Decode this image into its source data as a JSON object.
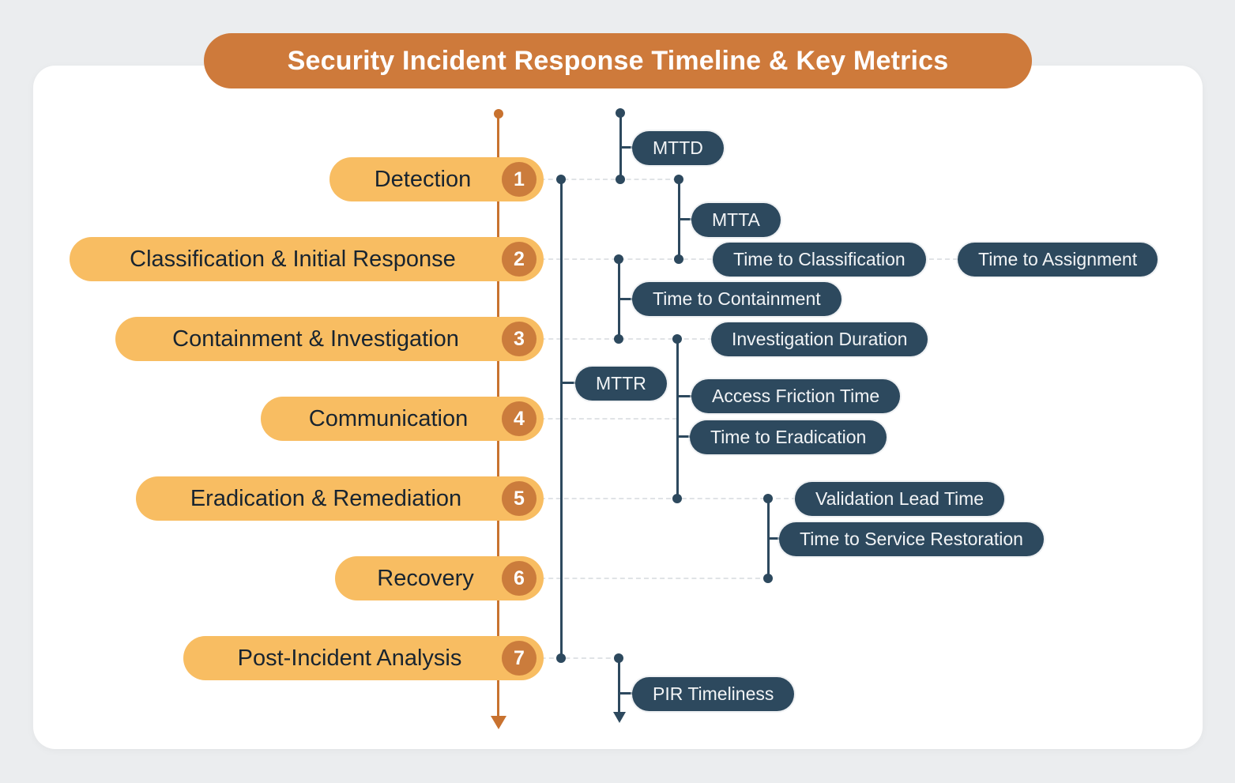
{
  "title": "Security Incident Response Timeline & Key Metrics",
  "stages": [
    {
      "number": "1",
      "label": "Detection"
    },
    {
      "number": "2",
      "label": "Classification & Initial Response"
    },
    {
      "number": "3",
      "label": "Containment & Investigation"
    },
    {
      "number": "4",
      "label": "Communication"
    },
    {
      "number": "5",
      "label": "Eradication & Remediation"
    },
    {
      "number": "6",
      "label": "Recovery"
    },
    {
      "number": "7",
      "label": "Post-Incident Analysis"
    }
  ],
  "metrics": [
    {
      "label": "MTTD"
    },
    {
      "label": "MTTA"
    },
    {
      "label": "Time to Classification"
    },
    {
      "label": "Time to Assignment"
    },
    {
      "label": "Time to Containment"
    },
    {
      "label": "Investigation Duration"
    },
    {
      "label": "MTTR"
    },
    {
      "label": "Access Friction Time"
    },
    {
      "label": "Time to Eradication"
    },
    {
      "label": "Validation Lead Time"
    },
    {
      "label": "Time to Service Restoration"
    },
    {
      "label": "PIR Timeliness"
    }
  ],
  "colors": {
    "background": "#EBEDEF",
    "card": "#FFFFFF",
    "title_banner": "#CE7A3B",
    "stage_pill": "#F8BD62",
    "stage_number": "#CB7C3C",
    "timeline": "#C8722F",
    "metric_pill": "#2D495E",
    "metric_text": "#F2F4F6",
    "stage_text": "#182430",
    "dashed_connector": "#E0E3E6"
  }
}
